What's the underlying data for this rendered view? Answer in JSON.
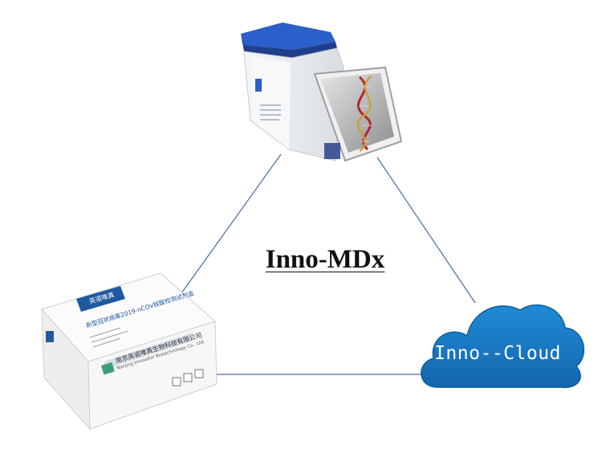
{
  "diagram": {
    "title": "Inno-MDx",
    "nodes": {
      "instrument": {
        "icon": "pcr-analyzer-device-icon"
      },
      "kit": {
        "icon": "test-kit-box-icon",
        "brand": "英诺唯真",
        "product_name": "新型冠状病毒2019-nCOV核酸检测试剂盒",
        "company_cn": "南京英诺唯真生物科技有限公司",
        "company_en": "Nanjing Innovator Biotechnology Co., Ltd."
      },
      "cloud": {
        "icon": "cloud-icon",
        "label": "Inno--Cloud"
      }
    },
    "colors": {
      "connector": "#4a6aa8",
      "cloud_fill": "#1a78c2",
      "device_accent": "#2b5fc9",
      "kit_green": "#3aa07a",
      "kit_blue": "#1e5aa0"
    }
  }
}
